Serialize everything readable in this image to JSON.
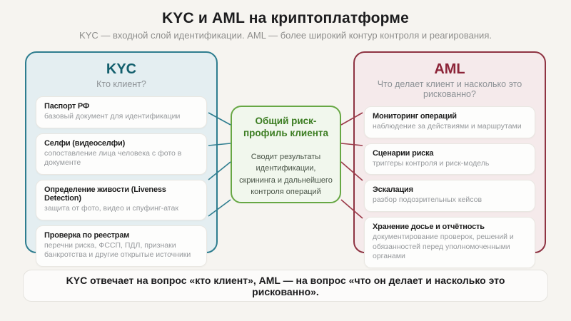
{
  "page": {
    "title": "KYC и AML на криптоплатформе",
    "subtitle": "KYC — входной слой идентификации. AML — более широкий контур контроля и реагирования."
  },
  "kyc_panel": {
    "title": "KYC",
    "subtitle": "Кто клиент?",
    "cards": [
      {
        "title": "Паспорт РФ",
        "desc": "базовый документ для идентификации"
      },
      {
        "title": "Селфи (видеоселфи)",
        "desc": "сопоставление лица человека с фото в документе"
      },
      {
        "title": "Определение живости (Liveness Detection)",
        "desc": "защита от фото, видео и спуфинг-атак"
      },
      {
        "title": "Проверка по реестрам",
        "desc": "перечни риска, ФССП, ПДЛ, признаки банкротства и другие открытые источники"
      }
    ]
  },
  "center_box": {
    "title": "Общий риск-профиль клиента",
    "body": "Сводит результаты идентификации, скрининга и дальнейшего контроля операций"
  },
  "aml_panel": {
    "title": "AML",
    "subtitle": "Что делает клиент и насколько это рискованно?",
    "cards": [
      {
        "title": "Мониторинг операций",
        "desc": "наблюдение за действиями и маршрутами"
      },
      {
        "title": "Сценарии риска",
        "desc": "триггеры контроля и риск-модель"
      },
      {
        "title": "Эскалация",
        "desc": "разбор подозрительных кейсов"
      },
      {
        "title": "Хранение досье и отчётность",
        "desc": "документирование проверок, решений и обязанностей перед уполномоченными органами"
      }
    ]
  },
  "footer": {
    "text": "KYC отвечает на вопрос «кто клиент», AML — на вопрос «что он делает и насколько это рискованно»."
  },
  "colors": {
    "kyc_accent": "#2e7d8f",
    "aml_accent": "#9b3a49",
    "center_accent": "#67a744"
  }
}
